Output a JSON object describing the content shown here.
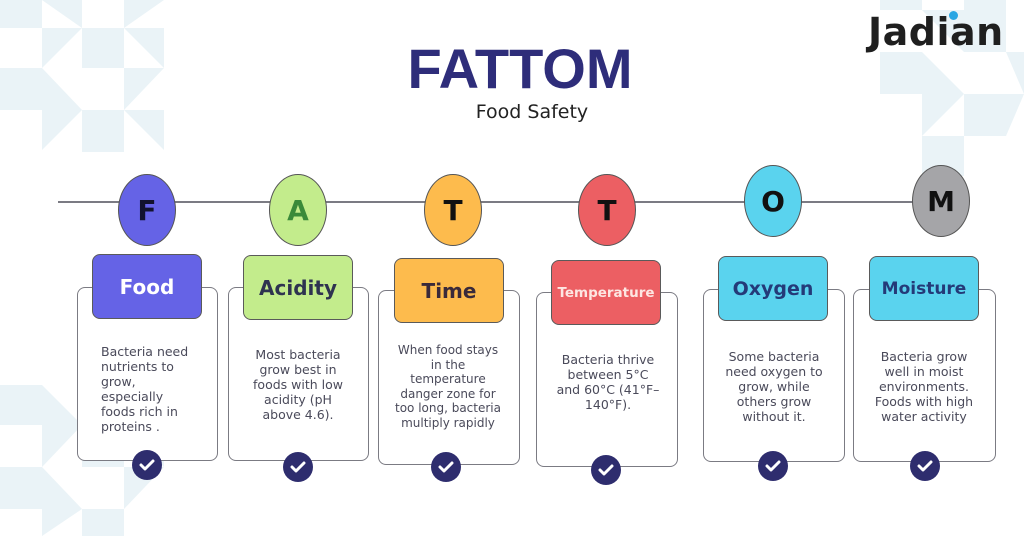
{
  "header": {
    "title": "FATTOM",
    "subtitle": "Food Safety"
  },
  "brand": {
    "logo_text": "Jadian",
    "logo_dot_color": "#2aa6e3"
  },
  "colors": {
    "title": "#2e2d7a",
    "timeline": "#7b7b83",
    "check_badge": "#2e2d6e",
    "pattern": "#eaf3f7"
  },
  "items": [
    {
      "letter": "F",
      "label": "Food",
      "circle_color": "#6563e6",
      "letter_color": "#12122e",
      "box_color": "#6563e6",
      "label_color": "#ffffff",
      "description": "Bacteria need nutrients to grow, especially foods rich in proteins .",
      "icon": "check-icon"
    },
    {
      "letter": "A",
      "label": "Acidity",
      "circle_color": "#c3ec8c",
      "letter_color": "#3a8a3a",
      "box_color": "#c3ec8c",
      "label_color": "#2e3350",
      "description": "Most bacteria grow best in foods with low acidity (pH above 4.6).",
      "icon": "check-icon"
    },
    {
      "letter": "T",
      "label": "Time",
      "circle_color": "#fdbb4d",
      "letter_color": "#111111",
      "box_color": "#fdbb4d",
      "label_color": "#3a2a3a",
      "description": "When food stays in the temperature danger zone for too long, bacteria multiply rapidly",
      "icon": "check-icon"
    },
    {
      "letter": "T",
      "label": "Temperature",
      "circle_color": "#ec5f63",
      "letter_color": "#111111",
      "box_color": "#ec5f63",
      "label_color": "#fde6e2",
      "description": "Bacteria thrive between 5°C and 60°C (41°F–140°F).",
      "icon": "check-icon"
    },
    {
      "letter": "O",
      "label": "Oxygen",
      "circle_color": "#5ad3ee",
      "letter_color": "#111111",
      "box_color": "#5ad3ee",
      "label_color": "#243a78",
      "description": "Some bacteria need oxygen to grow, while others grow without it.",
      "icon": "check-icon"
    },
    {
      "letter": "M",
      "label": "Moisture",
      "circle_color": "#a5a5a8",
      "letter_color": "#111111",
      "box_color": "#5ad3ee",
      "label_color": "#243a78",
      "description": "Bacteria grow well in moist environments. Foods with high water activity",
      "icon": "check-icon"
    }
  ]
}
